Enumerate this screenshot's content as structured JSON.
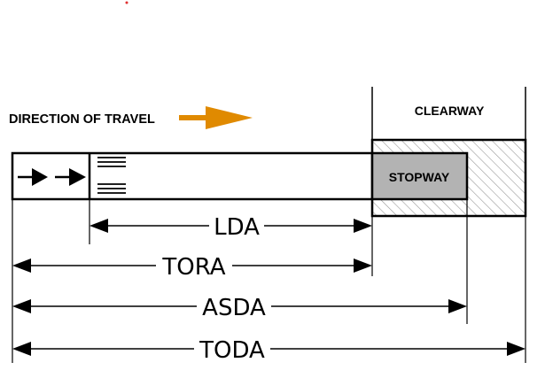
{
  "diagram": {
    "direction_label": "DIRECTION OF TRAVEL",
    "clearway_label": "CLEARWAY",
    "stopway_label": "STOPWAY",
    "distances": {
      "lda": "LDA",
      "tora": "TORA",
      "asda": "ASDA",
      "toda": "TODA"
    }
  },
  "colors": {
    "direction_arrow": "#e08a00",
    "stopway_fill": "#b3b3b3",
    "line": "#000000",
    "hatch": "#9a9a9a",
    "stray_dot": "#e03030"
  }
}
